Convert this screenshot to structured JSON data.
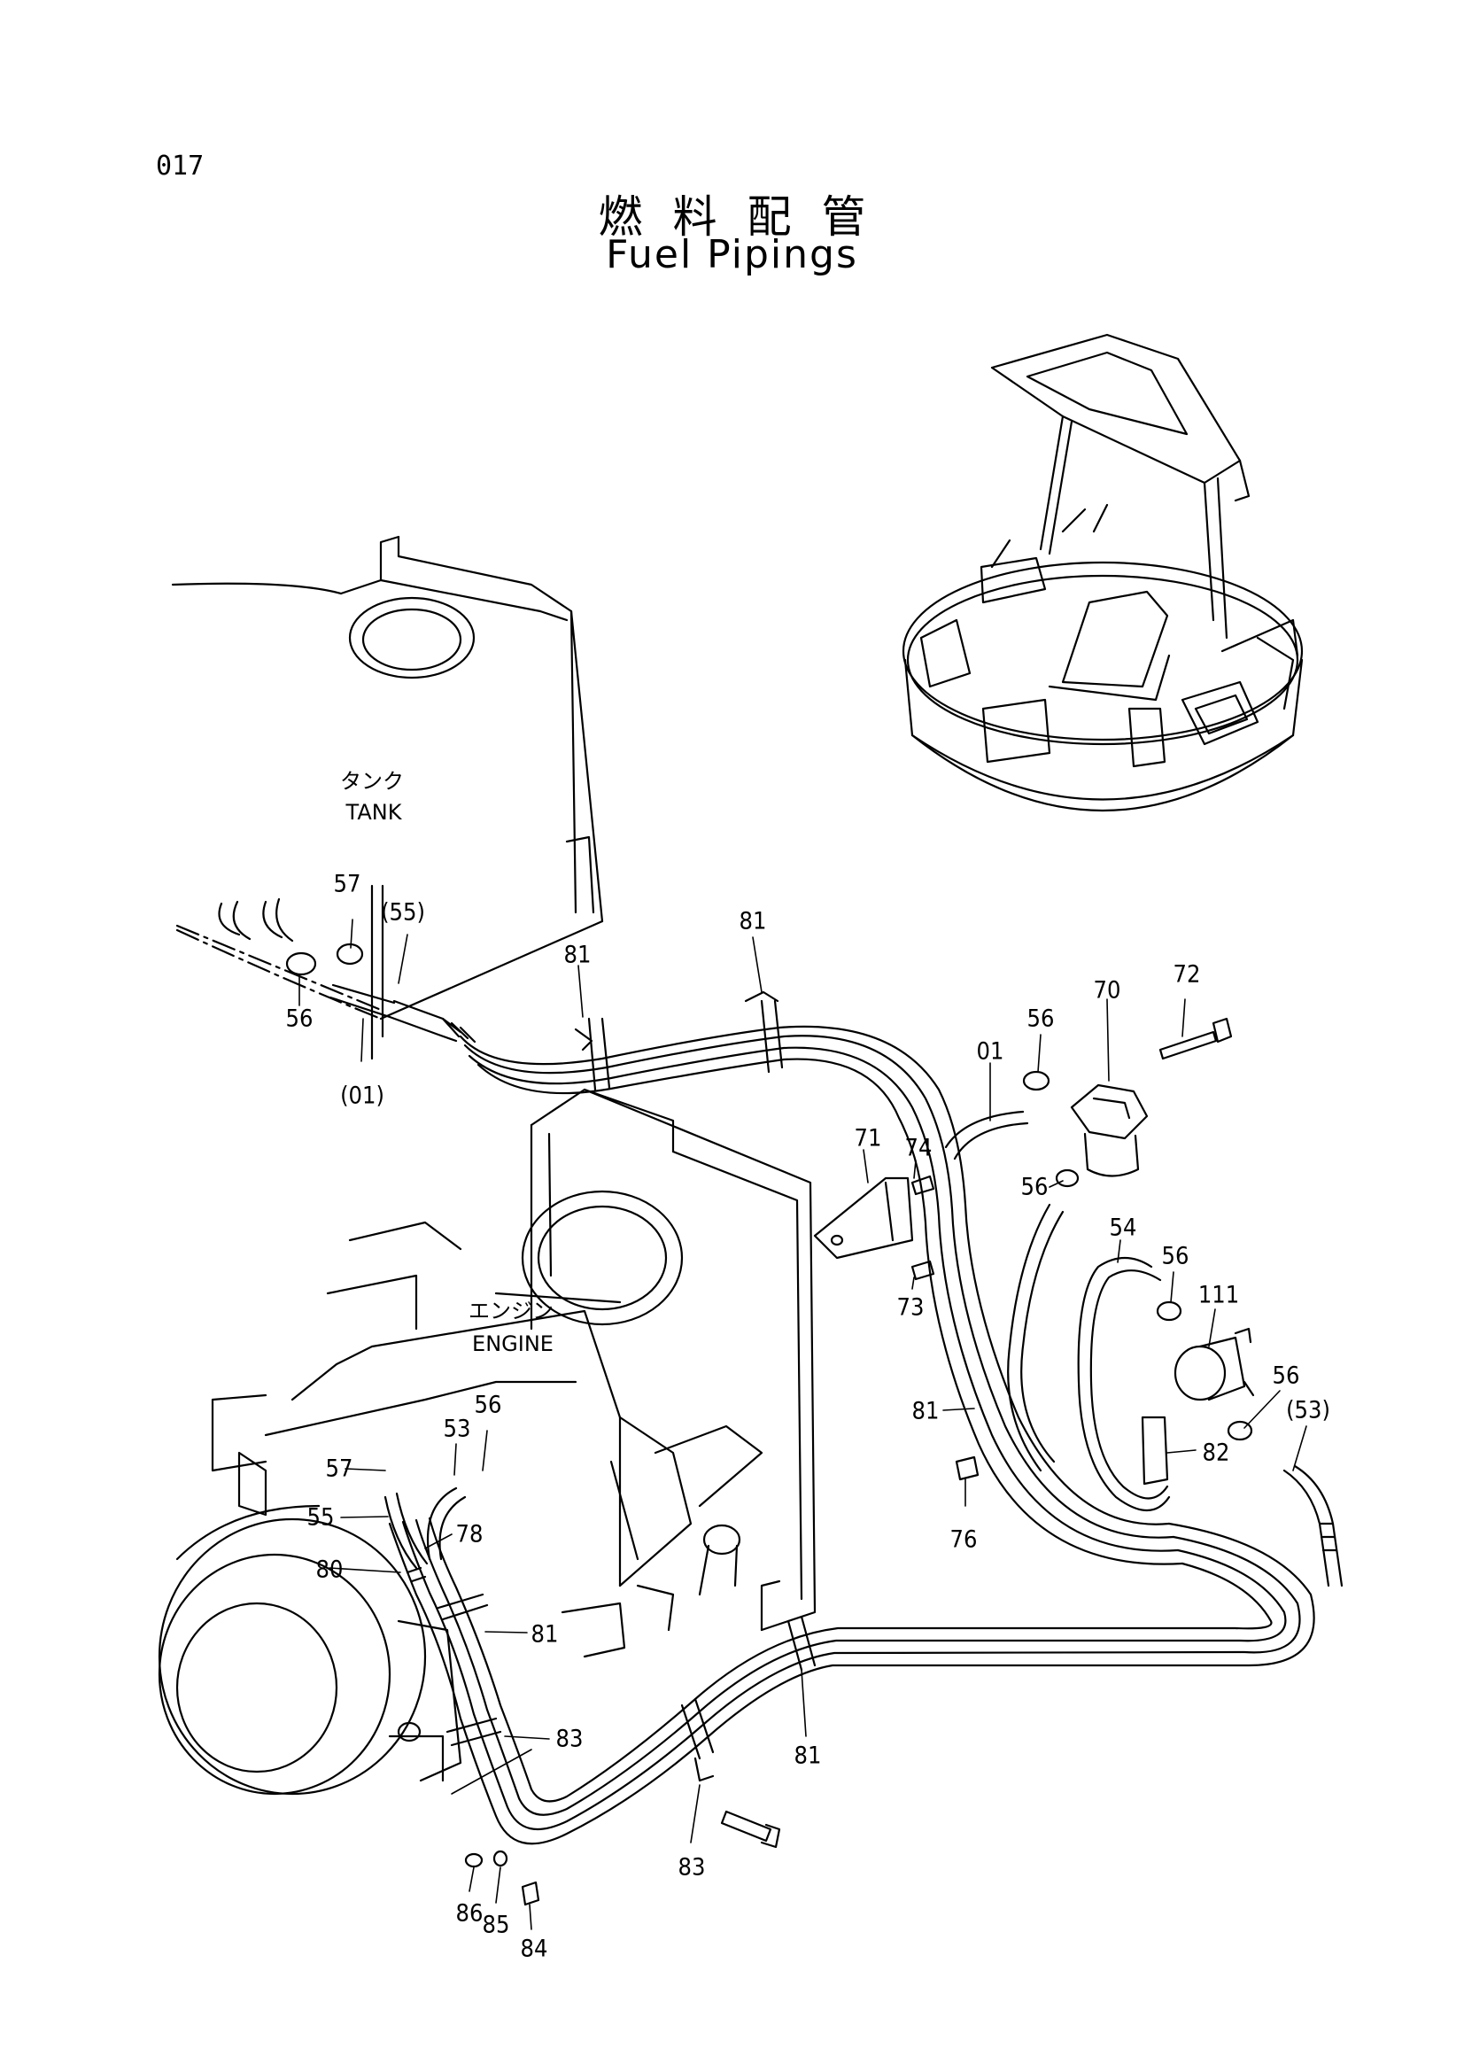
{
  "header": {
    "page_number": "017",
    "title_jp": "燃料配管",
    "title_en": "Fuel Pipings"
  },
  "components": {
    "tank_jp": "タンク",
    "tank_en": "TANK",
    "engine_jp": "エンジン",
    "engine_en": "ENGINE"
  },
  "callouts": [
    "57",
    "(55)",
    "56",
    "(01)",
    "81",
    "81",
    "70",
    "72",
    "56",
    "01",
    "71",
    "74",
    "56",
    "73",
    "54",
    "56",
    "111",
    "56",
    "(53)",
    "81",
    "82",
    "76",
    "56",
    "53",
    "57",
    "55",
    "78",
    "80",
    "81",
    "83",
    "81",
    "83",
    "86",
    "85",
    "84"
  ]
}
